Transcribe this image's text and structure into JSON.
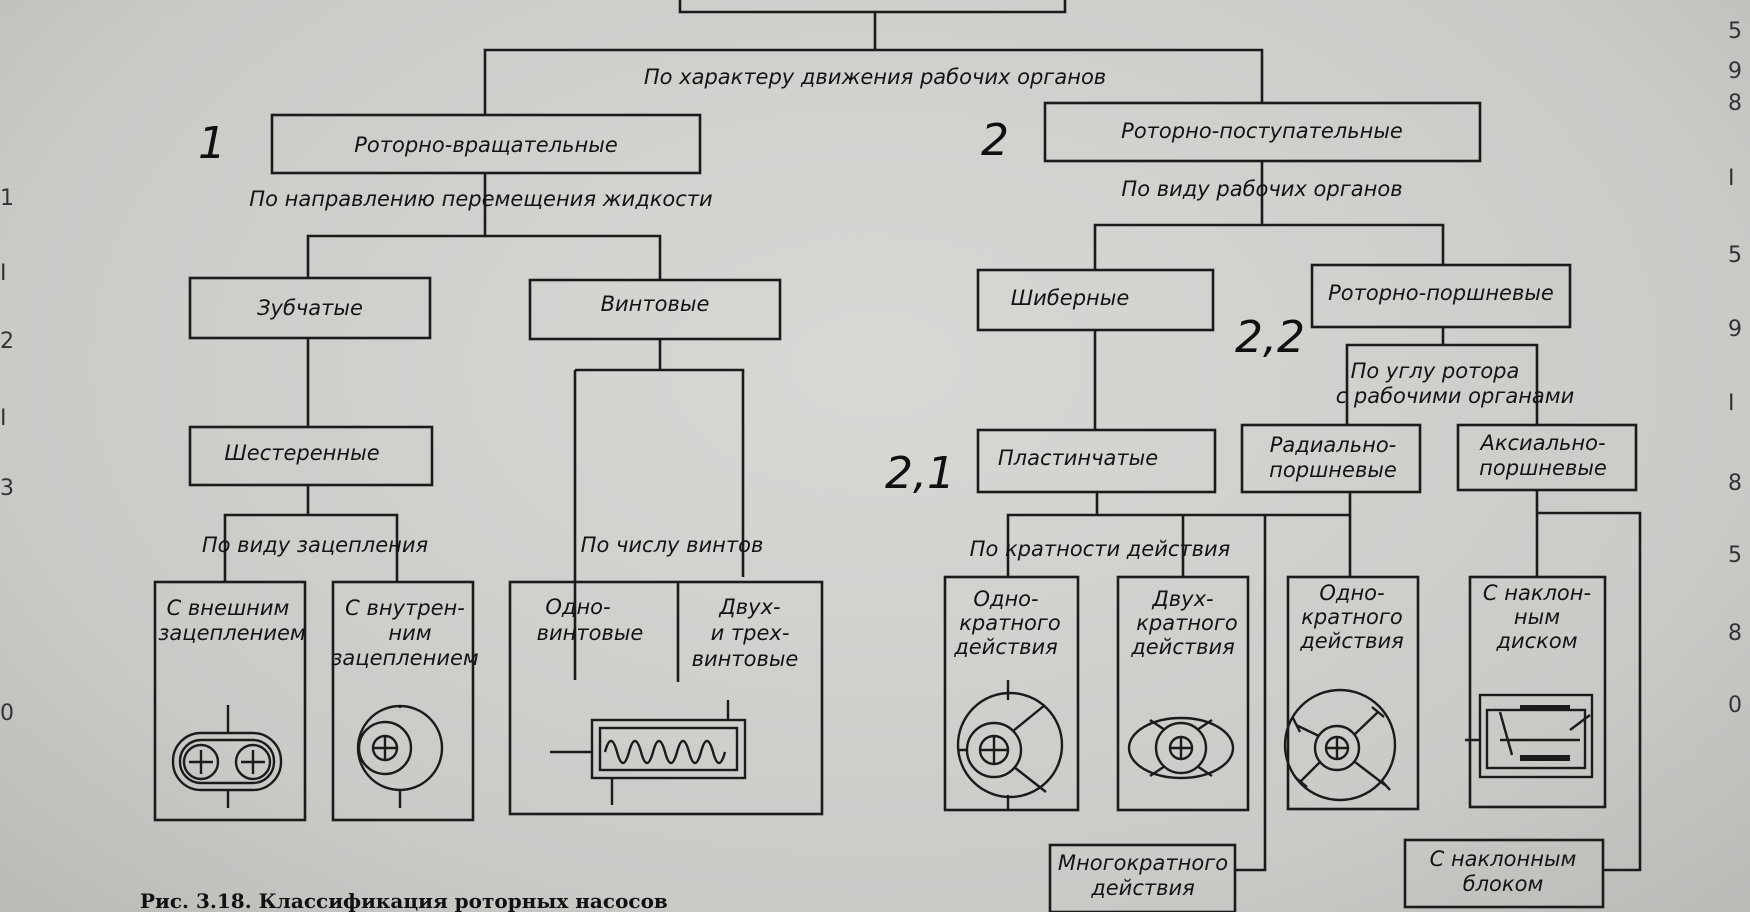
{
  "boxes": {
    "rotary_rotational": "Роторно-вращательные",
    "rotary_translational": "Роторно-поступательные",
    "gear": "Зубчатые",
    "screw": "Винтовые",
    "vane": "Шиберные",
    "rotary_piston": "Роторно-поршневые",
    "spur_gear": "Шестеренные",
    "plate": [
      "Пластинчатые"
    ],
    "radial_piston": [
      "Радиально-",
      "поршневые"
    ],
    "axial_piston": [
      "Аксиально-",
      "поршневые"
    ],
    "external_mesh": [
      "С внешним",
      "зацеплением"
    ],
    "internal_mesh": [
      "С внутрен-",
      "ним",
      "зацеплением"
    ],
    "single_screw": [
      "Одно-",
      "винтовые"
    ],
    "twin_triple_screw": [
      "Двух-",
      "и трех-",
      "винтовые"
    ],
    "single_action_plate": [
      "Одно-",
      "кратного",
      "действия"
    ],
    "double_action_plate": [
      "Двух-",
      "кратного",
      "действия"
    ],
    "single_action_radial": [
      "Одно-",
      "кратного",
      "действия"
    ],
    "inclined_disk": [
      "С наклон-",
      "ным",
      "диском"
    ],
    "multi_action": [
      "Многократного",
      "действия"
    ],
    "inclined_block": [
      "С наклонным",
      "блоком"
    ]
  },
  "labels": {
    "by_motion": "По характеру движения рабочих органов",
    "by_flow_direction": "По направлению перемещения жидкости",
    "by_working_parts": "По виду рабочих органов",
    "by_rotor_angle": [
      "По углу ротора",
      "с рабочими органами"
    ],
    "by_mesh_type": "По виду зацепления",
    "by_screw_count": "По числу винтов",
    "by_action_multiplicity": "По кратности действия"
  },
  "annotations": {
    "n1": "1",
    "n2": "2",
    "n21": "2,1",
    "n22": "2,2"
  },
  "caption": "Рис. 3.18. Классификация роторных насосов",
  "margin": {
    "right": [
      "5",
      "9",
      "8",
      "I",
      "5",
      "9",
      "I",
      "8",
      "5",
      "8",
      "0"
    ],
    "left": [
      "1",
      "I",
      "2",
      "I",
      "3",
      "0"
    ]
  }
}
